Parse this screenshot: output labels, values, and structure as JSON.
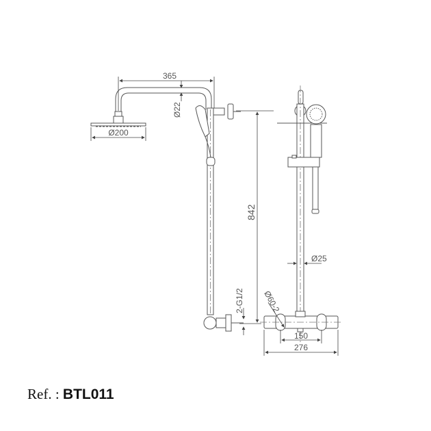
{
  "dimensions": {
    "arm_length": "365",
    "arm_diameter": "Ø22",
    "head_diameter": "Ø200",
    "height": "842",
    "inlet_thread": "2-G1/2",
    "inlet_diameter": "Ø60-2",
    "pipe_diameter": "Ø25",
    "inlet_spacing": "150",
    "mixer_width": "276"
  },
  "reference": {
    "prefix": "Ref. : ",
    "code": "BTL011"
  }
}
